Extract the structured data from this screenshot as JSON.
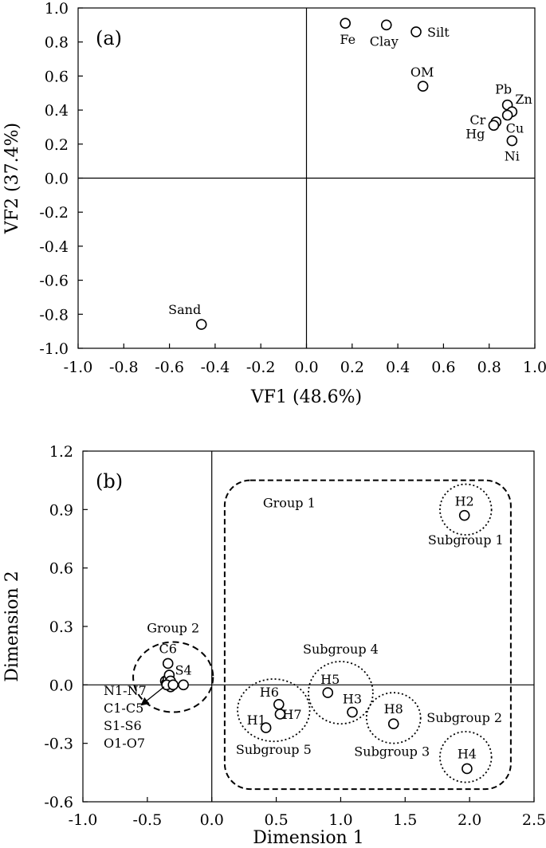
{
  "chart_data": [
    {
      "type": "scatter",
      "panel_label": "(a)",
      "xlabel": "VF1 (48.6%)",
      "ylabel": "VF2 (37.4%)",
      "xlim": [
        -1.0,
        1.0
      ],
      "ylim": [
        -1.0,
        1.0
      ],
      "xticks": [
        "-1.0",
        "-0.8",
        "-0.6",
        "-0.4",
        "-0.2",
        "0.0",
        "0.2",
        "0.4",
        "0.6",
        "0.8",
        "1.0"
      ],
      "yticks": [
        "1.0",
        "0.8",
        "0.6",
        "0.4",
        "0.2",
        "0.0",
        "-0.2",
        "-0.4",
        "-0.6",
        "-0.8",
        "-1.0"
      ],
      "grid": false,
      "points": [
        {
          "label": "Fe",
          "x": 0.17,
          "y": 0.91
        },
        {
          "label": "Clay",
          "x": 0.35,
          "y": 0.9
        },
        {
          "label": "Silt",
          "x": 0.48,
          "y": 0.86
        },
        {
          "label": "OM",
          "x": 0.51,
          "y": 0.54
        },
        {
          "label": "Pb",
          "x": 0.88,
          "y": 0.43
        },
        {
          "label": "Zn",
          "x": 0.9,
          "y": 0.39
        },
        {
          "label": "Cr",
          "x": 0.83,
          "y": 0.33
        },
        {
          "label": "Cu",
          "x": 0.88,
          "y": 0.37
        },
        {
          "label": "Hg",
          "x": 0.82,
          "y": 0.31
        },
        {
          "label": "Ni",
          "x": 0.9,
          "y": 0.22
        },
        {
          "label": "Sand",
          "x": -0.46,
          "y": -0.86
        }
      ]
    },
    {
      "type": "scatter",
      "panel_label": "(b)",
      "xlabel": "Dimension 1",
      "ylabel": "Dimension 2",
      "xlim": [
        -1.0,
        2.5
      ],
      "ylim": [
        -0.6,
        1.2
      ],
      "xticks": [
        "-1.0",
        "-0.5",
        "0.0",
        "0.5",
        "1.0",
        "1.5",
        "2.0",
        "2.5"
      ],
      "yticks": [
        "1.2",
        "0.9",
        "0.6",
        "0.3",
        "0.0",
        "-0.3",
        "-0.6"
      ],
      "grid": false,
      "points": [
        {
          "label": "H2",
          "x": 1.96,
          "y": 0.87
        },
        {
          "label": "H5",
          "x": 0.9,
          "y": -0.04
        },
        {
          "label": "H3",
          "x": 1.09,
          "y": -0.14
        },
        {
          "label": "H8",
          "x": 1.41,
          "y": -0.2
        },
        {
          "label": "H4",
          "x": 1.98,
          "y": -0.43
        },
        {
          "label": "H6",
          "x": 0.52,
          "y": -0.1
        },
        {
          "label": "H7",
          "x": 0.53,
          "y": -0.15
        },
        {
          "label": "H1",
          "x": 0.42,
          "y": -0.22
        },
        {
          "label": "C6",
          "x": -0.34,
          "y": 0.11
        },
        {
          "label": "S4",
          "x": -0.22,
          "y": 0.0
        }
      ],
      "cluster_points": [
        {
          "x": -0.36,
          "y": 0.02
        },
        {
          "x": -0.35,
          "y": 0.01
        },
        {
          "x": -0.34,
          "y": 0.03
        },
        {
          "x": -0.33,
          "y": 0.05
        },
        {
          "x": -0.33,
          "y": 0.01
        },
        {
          "x": -0.34,
          "y": 0.0
        },
        {
          "x": -0.32,
          "y": 0.02
        },
        {
          "x": -0.32,
          "y": -0.01
        },
        {
          "x": -0.35,
          "y": 0.0
        },
        {
          "x": -0.3,
          "y": 0.0
        }
      ],
      "groups": [
        {
          "label": "Group 1",
          "shape": "rounded-rect",
          "x": [
            0.1,
            2.32
          ],
          "y": [
            -0.535,
            1.05
          ]
        },
        {
          "label": "Group 2",
          "shape": "circle",
          "cx": -0.3,
          "cy": 0.04,
          "rx": 0.31,
          "ry": 0.18
        },
        {
          "label": "Subgroup 1",
          "shape": "dotted-circle",
          "cx": 1.97,
          "cy": 0.9,
          "rx": 0.2,
          "ry": 0.13
        },
        {
          "label": "Subgroup 2",
          "shape": "dotted-circle",
          "cx": 1.97,
          "cy": -0.37,
          "rx": 0.2,
          "ry": 0.13
        },
        {
          "label": "Subgroup 3",
          "shape": "dotted-circle",
          "cx": 1.41,
          "cy": -0.17,
          "rx": 0.21,
          "ry": 0.13
        },
        {
          "label": "Subgroup 4",
          "shape": "dotted-circle",
          "cx": 1.0,
          "cy": -0.04,
          "rx": 0.25,
          "ry": 0.16
        },
        {
          "label": "Subgroup 5",
          "shape": "dotted-circle",
          "cx": 0.48,
          "cy": -0.13,
          "rx": 0.28,
          "ry": 0.16
        }
      ],
      "cluster_annotation": [
        "N1-N7",
        "C1-C5",
        "S1-S6",
        "O1-O7"
      ]
    }
  ]
}
